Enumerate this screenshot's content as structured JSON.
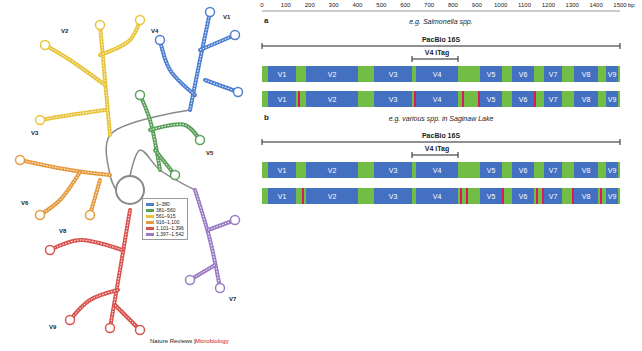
{
  "diagram": {
    "nodes": [
      {
        "text": [
          "V1"
        ]
      },
      {
        "text": [
          "V2"
        ]
      },
      {
        "text": [
          "V3"
        ]
      },
      {
        "text": [
          "V4"
        ]
      },
      {
        "text": [
          "V5"
        ]
      },
      {
        "text": [
          "V6"
        ]
      },
      {
        "text": [
          "V7"
        ]
      },
      {
        "text": [
          "V8"
        ]
      },
      {
        "text": [
          "V9"
        ]
      },
      {
        "text": [
          "V1"
        ]
      },
      {
        "text": [
          "V2"
        ]
      },
      {
        "text": [
          "V3"
        ]
      },
      {
        "text": [
          "V4"
        ]
      },
      {
        "text": [
          "V5"
        ]
      },
      {
        "text": [
          "V6"
        ]
      },
      {
        "text": [
          "V7"
        ]
      },
      {
        "text": [
          "V8"
        ]
      },
      {
        "text": [
          "V9"
        ]
      },
      {
        "text": [
          "V1"
        ]
      },
      {
        "text": [
          "V2"
        ]
      },
      {
        "text": [
          "V3"
        ]
      },
      {
        "text": [
          "V4"
        ]
      },
      {
        "text": [
          "V5"
        ]
      },
      {
        "text": [
          "V6"
        ]
      },
      {
        "text": [
          "V7"
        ]
      },
      {
        "text": [
          "V8"
        ]
      },
      {
        "text": [
          "V9"
        ]
      },
      {
        "text": [
          "V1"
        ]
      },
      {
        "text": [
          "V2"
        ]
      },
      {
        "text": [
          "V3"
        ]
      },
      {
        "text": [
          "V4"
        ]
      },
      {
        "text": [
          "V5"
        ]
      },
      {
        "text": [
          "V6"
        ]
      },
      {
        "text": [
          "V7"
        ]
      },
      {
        "text": [
          "V8"
        ]
      },
      {
        "text": [
          "V9"
        ]
      }
    ],
    "labels": [
      "0",
      "100",
      "200",
      "300",
      "400",
      "500",
      "600",
      "700",
      "800",
      "900",
      "1000",
      "1100",
      "1200",
      "1300",
      "1400",
      "1500",
      "bp",
      "a",
      "e.g. Salmonella spp.",
      "PacBio 16S",
      "V4 iTag",
      "b",
      "e.g. various spp. in Saginaw Lake",
      "PacBio 16S",
      "V4 iTag",
      "V1",
      "V2",
      "V3",
      "V4",
      "V5",
      "V6",
      "V7",
      "V8",
      "V9",
      "Nature Reviews |",
      "Microbiology"
    ],
    "legend": [
      {
        "text": "1–380",
        "color": "#4e7fd0"
      },
      {
        "text": "381–560",
        "color": "#5aa05a"
      },
      {
        "text": "561–915",
        "color": "#e8c43a"
      },
      {
        "text": "916–1,100",
        "color": "#e59a3c"
      },
      {
        "text": "1,101–1,396",
        "color": "#d9534f"
      },
      {
        "text": "1,397–1,542",
        "color": "#9b7cc4"
      }
    ]
  }
}
